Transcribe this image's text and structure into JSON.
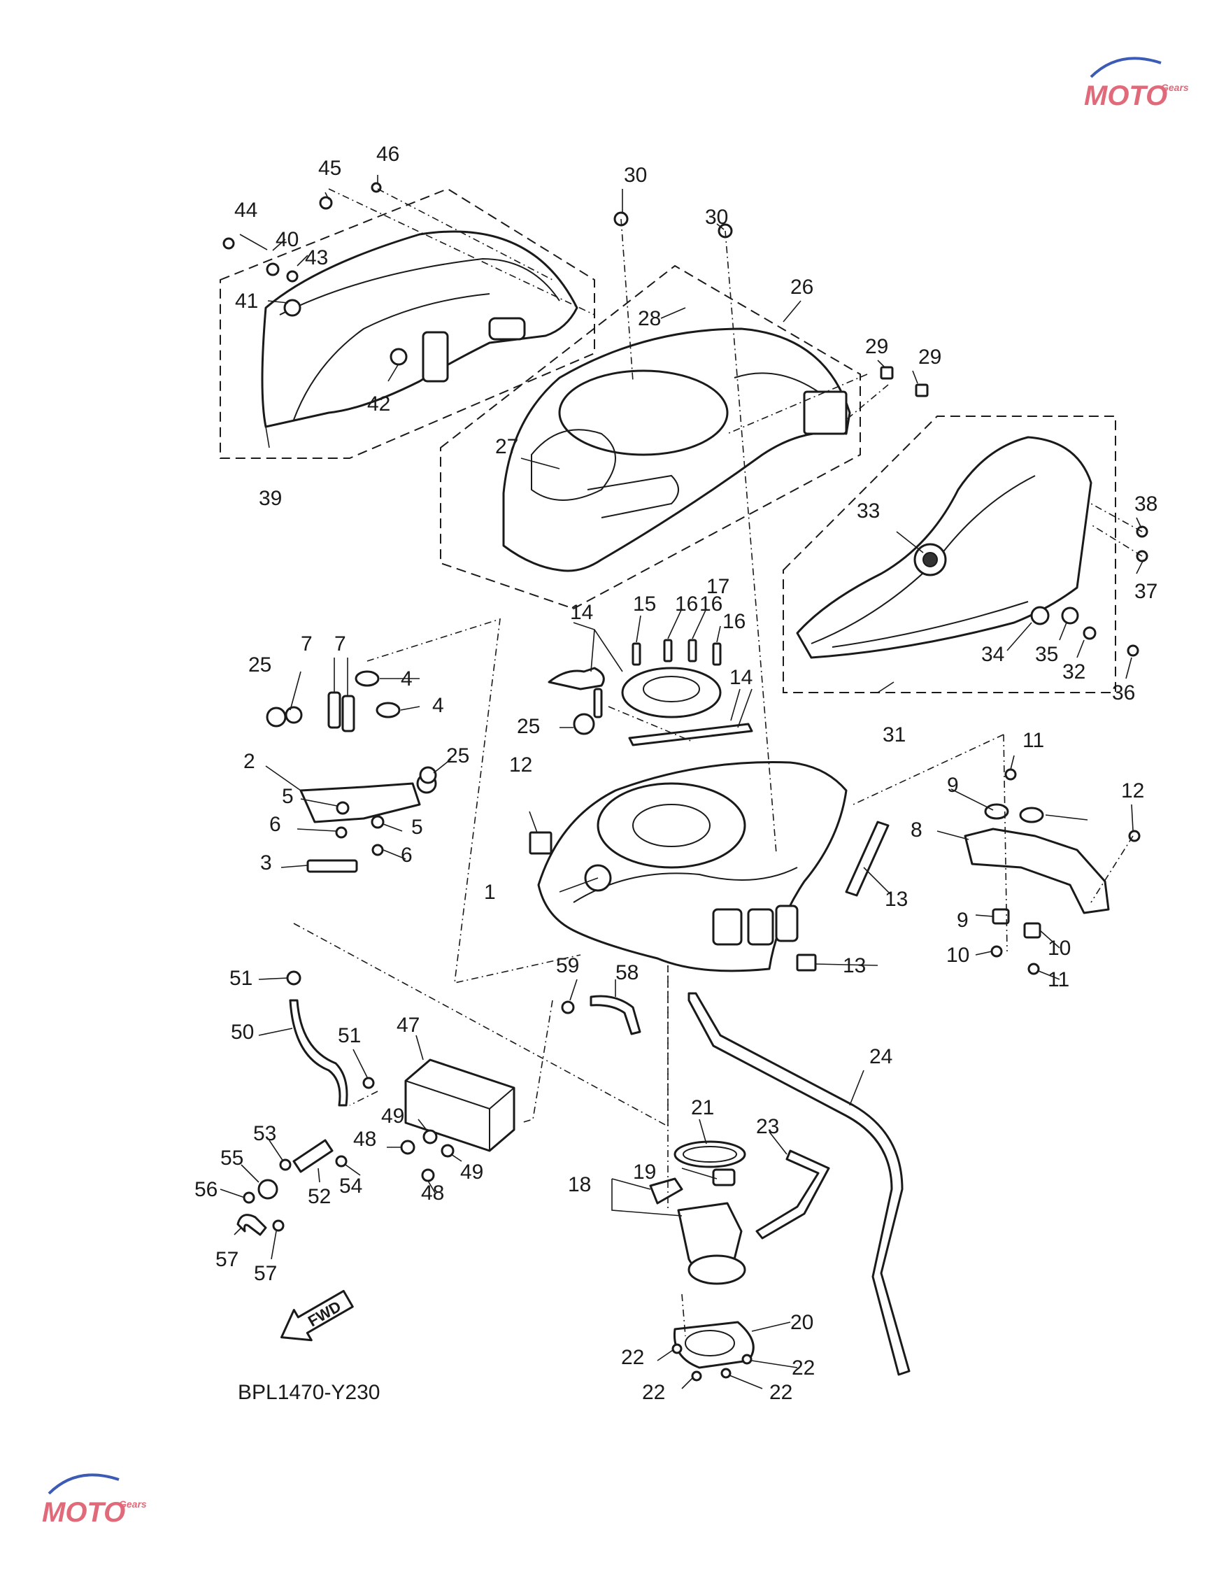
{
  "diagram_code": "BPL1470-Y230",
  "fwd_label": "FWD",
  "watermark": {
    "brand": "MOTO",
    "tagline": "Gears",
    "color": "#e06a7a",
    "accent": "#3b5bb5"
  },
  "callouts": [
    "1",
    "2",
    "3",
    "4",
    "4",
    "5",
    "5",
    "6",
    "6",
    "7",
    "7",
    "8",
    "9",
    "9",
    "10",
    "10",
    "11",
    "11",
    "12",
    "12",
    "13",
    "13",
    "14",
    "14",
    "15",
    "16",
    "16",
    "16",
    "17",
    "18",
    "19",
    "20",
    "21",
    "22",
    "22",
    "22",
    "22",
    "23",
    "24",
    "25",
    "25",
    "25",
    "26",
    "27",
    "28",
    "29",
    "29",
    "30",
    "30",
    "31",
    "32",
    "33",
    "34",
    "35",
    "36",
    "37",
    "38",
    "39",
    "40",
    "41",
    "42",
    "43",
    "44",
    "45",
    "46",
    "47",
    "48",
    "48",
    "49",
    "49",
    "50",
    "51",
    "51",
    "52",
    "53",
    "54",
    "55",
    "56",
    "57",
    "57",
    "58",
    "59"
  ]
}
